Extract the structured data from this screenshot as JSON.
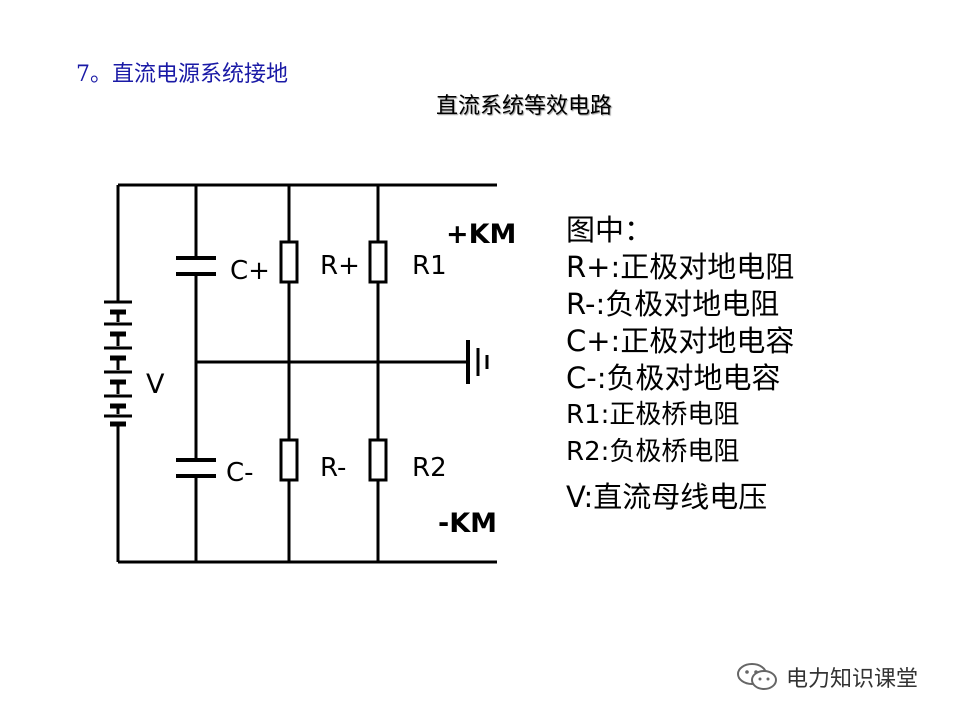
{
  "slide": {
    "title": "7。直流电源系统接地",
    "diagram_title": "直流系统等效电路"
  },
  "circuit": {
    "labels": {
      "pos_bus": "+KM",
      "neg_bus": "-KM",
      "battery": "V",
      "c_pos": "C+",
      "c_neg": "C-",
      "r_pos": "R+",
      "r_neg": "R-",
      "r1": "R1",
      "r2": "R2"
    }
  },
  "legend": {
    "heading": "图中：",
    "items": [
      "R+:正极对地电阻",
      "R-:负极对地电阻",
      "C+:正极对地电容",
      "C-:负极对地电容",
      "R1:正极桥电阻",
      "R2:负极桥电阻"
    ],
    "last": "V:直流母线电压"
  },
  "watermark": {
    "icon": "wechat-icon",
    "text": "电力知识课堂"
  }
}
